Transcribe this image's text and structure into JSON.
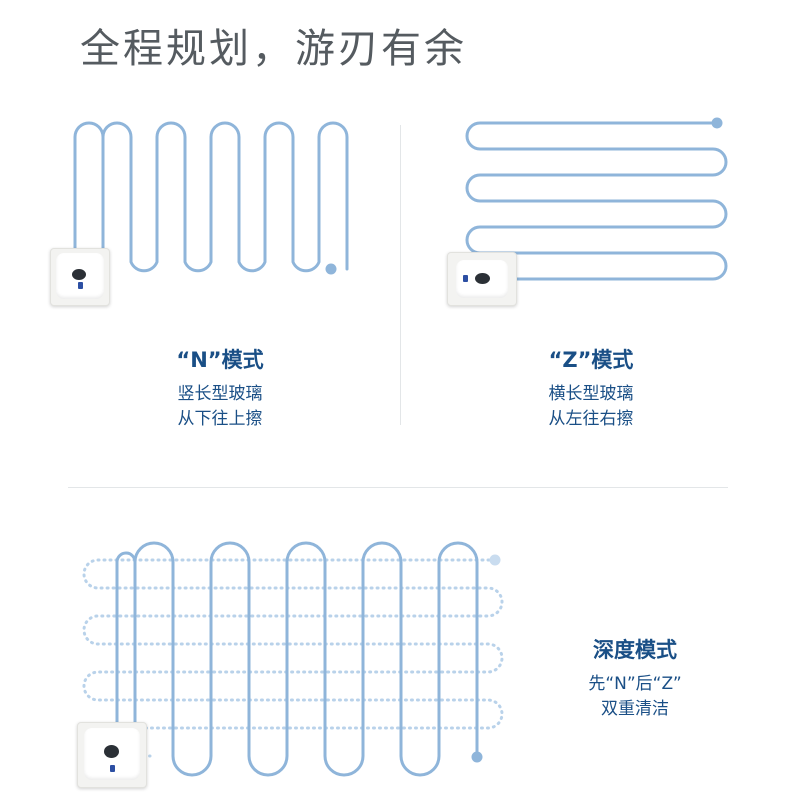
{
  "title": "全程规划，游刃有余",
  "modes": {
    "n": {
      "name": "“N”模式",
      "line1": "竖长型玻璃",
      "line2": "从下往上擦"
    },
    "z": {
      "name": "“Z”模式",
      "line1": "横长型玻璃",
      "line2": "从左往右擦"
    },
    "deep": {
      "name": "深度模式",
      "line1": "先“N”后“Z”",
      "line2": "双重清洁"
    }
  },
  "colors": {
    "path": "#8fb5da",
    "path_dim": "#bfd6ec",
    "text": "#1a4f86"
  },
  "icons": [
    "window-robot-icon",
    "path-end-dot-icon"
  ]
}
